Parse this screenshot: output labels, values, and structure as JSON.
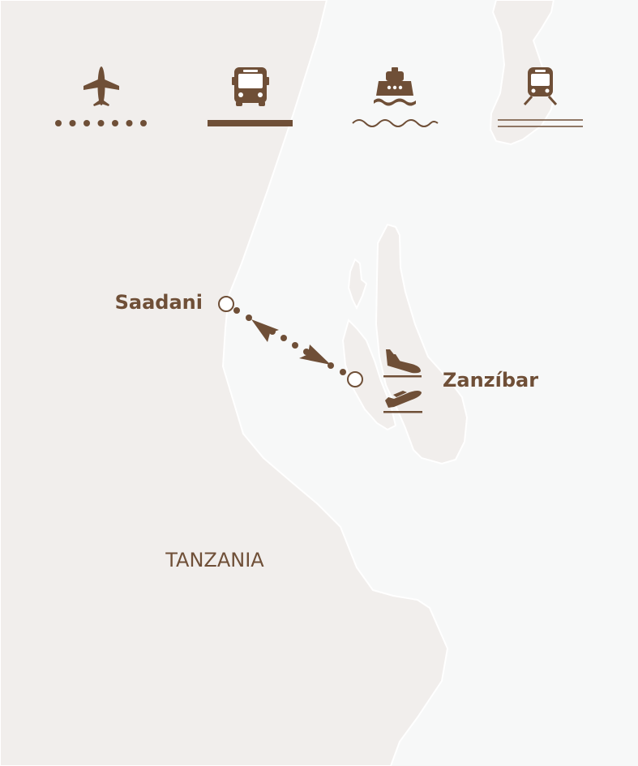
{
  "colors": {
    "sea": "#f7f8f8",
    "land": "#f1eeec",
    "coast": "#ffffff",
    "accent": "#6f4f37"
  },
  "legend": [
    {
      "icon": "plane-icon",
      "line_style": "dotted",
      "mode": "flight"
    },
    {
      "icon": "bus-icon",
      "line_style": "solid-thick",
      "mode": "road"
    },
    {
      "icon": "ship-icon",
      "line_style": "wavy",
      "mode": "boat"
    },
    {
      "icon": "train-icon",
      "line_style": "double-line",
      "mode": "rail"
    }
  ],
  "places": {
    "country": "TANZANIA",
    "origin": "Saadani",
    "destination": "Zanzíbar"
  },
  "route": {
    "from": "Saadani",
    "to": "Zanzíbar",
    "mode": "flight",
    "direction": "round-trip",
    "destination_icons": [
      "plane-arrival-icon",
      "plane-departure-icon"
    ]
  }
}
